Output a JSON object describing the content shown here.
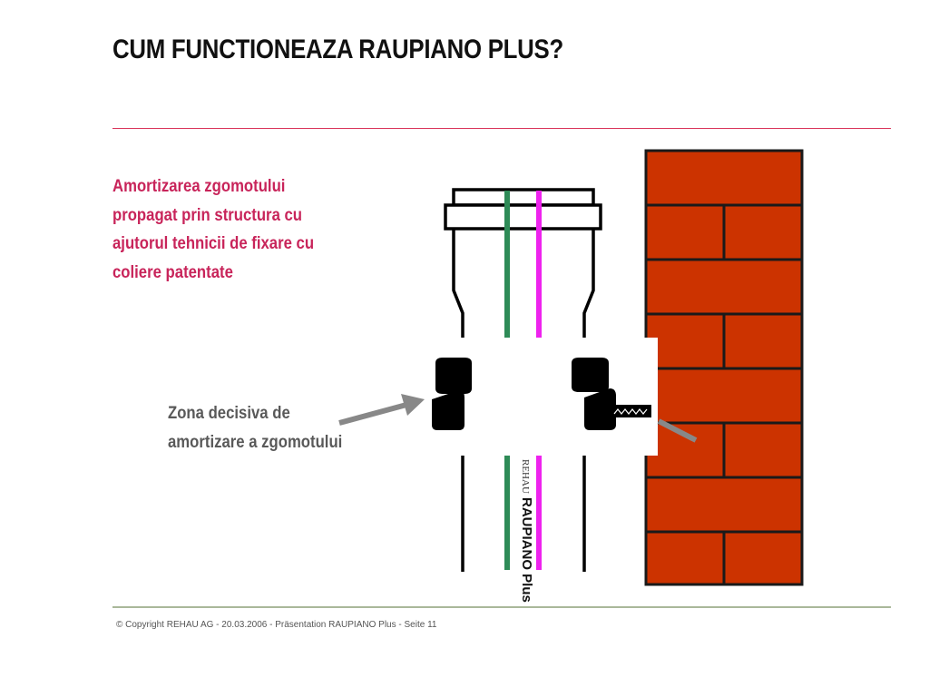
{
  "title": "CUM FUNCTIONEAZA RAUPIANO PLUS?",
  "description": {
    "lines": [
      "Amortizarea zgomotului",
      "propagat prin structura cu",
      "ajutorul tehnicii de fixare cu",
      "coliere patentate"
    ]
  },
  "callout": {
    "lines": [
      "Zona decisiva de",
      "amortizare a zgomotului"
    ]
  },
  "pipe_marking": {
    "brand": "REHAU",
    "product": "RAUPIANO Plus"
  },
  "footer": "© Copyright REHAU AG  -  20.03.2006 - Präsentation RAUPIANO Plus - Seite 11",
  "colors": {
    "title": "#111111",
    "accent_text": "#c8245a",
    "callout_text": "#595959",
    "brick": "#cc3300",
    "mortar": "#1a1a1a",
    "green_stripe": "#2e8b57",
    "magenta_stripe": "#ee22ee",
    "arrow": "#888888",
    "rule_top": "#d9345a",
    "rule_bottom": "#a9b89a"
  }
}
